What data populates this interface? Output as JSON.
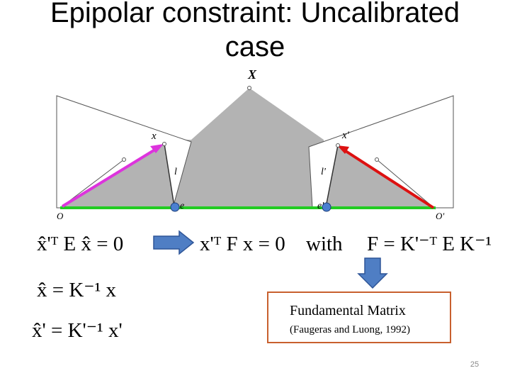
{
  "slide": {
    "title_line1": "Epipolar constraint: Uncalibrated",
    "title_line2": "case",
    "page_number": "25"
  },
  "diagram": {
    "point_X": "X",
    "point_x": "x",
    "point_x_prime": "x'",
    "line_l": "l",
    "line_l_prime": "l'",
    "epipole_e": "e",
    "epipole_e_prime": "e'",
    "center_O": "O",
    "center_O_prime": "O'"
  },
  "equations": {
    "essential_constraint": "x̂'ᵀ E x̂ = 0",
    "normalized_x": "x̂ = K⁻¹ x",
    "normalized_x_prime": "x̂' = K'⁻¹ x'",
    "fundamental_constraint": "x'ᵀ F x = 0",
    "with": "with",
    "fundamental_definition": "F = K'⁻ᵀ E K⁻¹"
  },
  "callout": {
    "heading": "Fundamental Matrix",
    "citation": "(Faugeras and Luong, 1992)"
  },
  "colors": {
    "baseline": "#22cc22",
    "left_ray": "#dd33dd",
    "right_ray": "#dd1111",
    "epipole_fill": "#4a7fd0",
    "arrow_fill": "#4f7ec4",
    "box_border": "#c8602e"
  }
}
